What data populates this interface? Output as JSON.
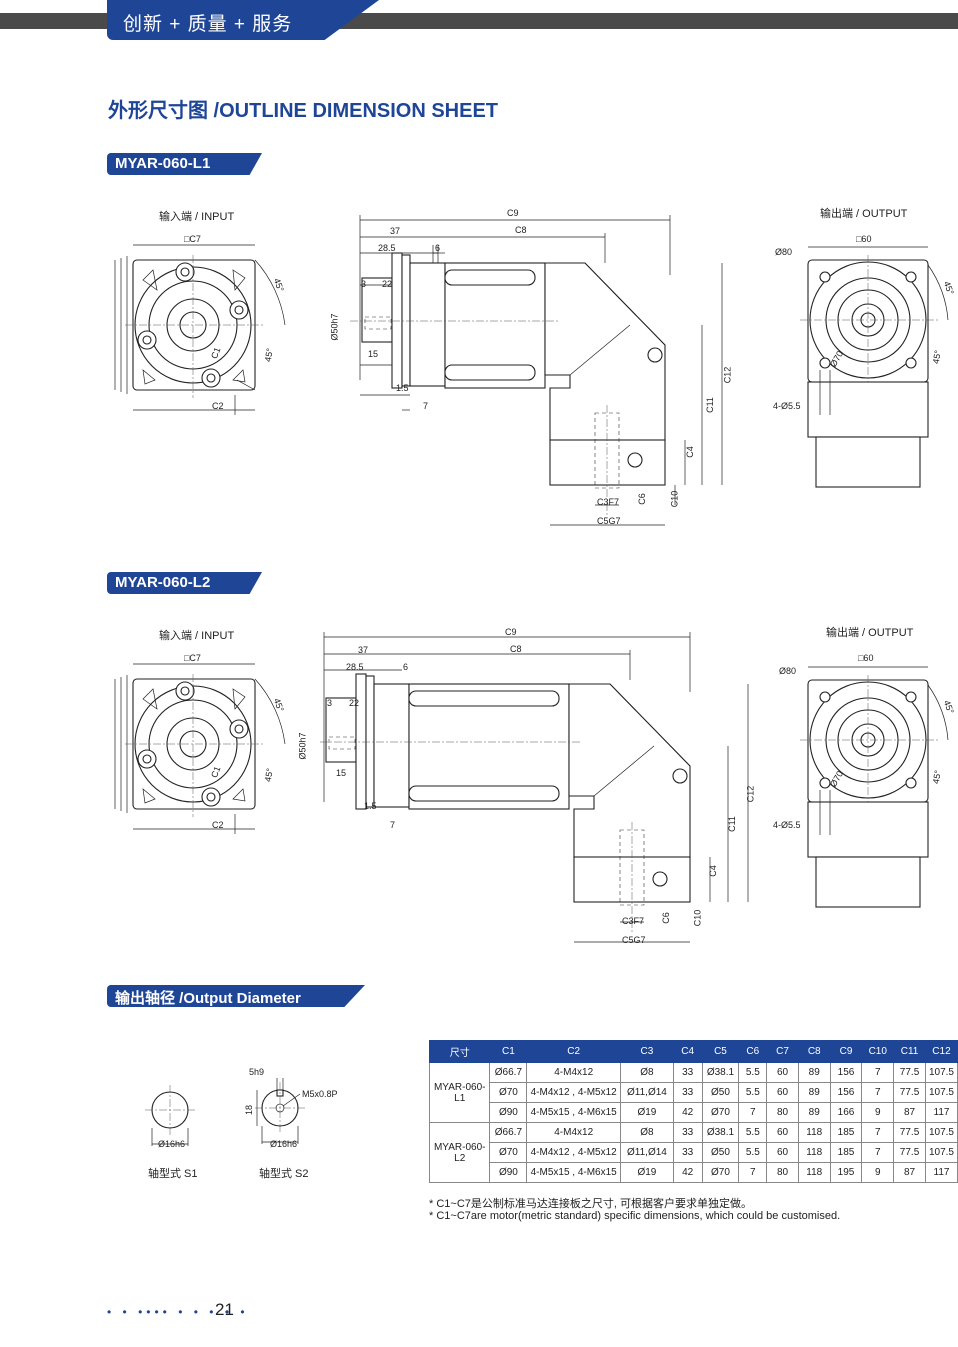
{
  "header": {
    "tag": "创新 + 质量 + 服务"
  },
  "title": "外形尺寸图 /OUTLINE DIMENSION SHEET",
  "views": [
    {
      "model": "MYAR-060-L1",
      "input_label": "输入端 / INPUT",
      "output_label": "输出端 / OUTPUT",
      "dims": {
        "c7": "□C7",
        "c2": "C2",
        "c1": "C1",
        "a45": "45°",
        "c9": "C9",
        "c8": "C8",
        "d37": "37",
        "d285": "28.5",
        "d6": "6",
        "d3": "3",
        "d22": "22",
        "phi50": "Ø50h7",
        "d15": "15",
        "d15b": "1.5",
        "d7": "7",
        "c3": "C3F7",
        "c5": "C5G7",
        "c6": "C6",
        "c10": "C10",
        "c4": "C4",
        "c11": "C11",
        "c12": "C12",
        "phi80": "Ø80",
        "sq60": "□60",
        "phi70": "Ø70",
        "holes": "4-Ø5.5"
      }
    },
    {
      "model": "MYAR-060-L2",
      "input_label": "输入端 / INPUT",
      "output_label": "输出端 / OUTPUT",
      "dims": {
        "c7": "□C7",
        "c2": "C2",
        "c1": "C1",
        "a45": "45°",
        "c9": "C9",
        "c8": "C8",
        "d37": "37",
        "d285": "28.5",
        "d6": "6",
        "d3": "3",
        "d22": "22",
        "phi50": "Ø50h7",
        "d15": "15",
        "d15b": "1.5",
        "d7": "7",
        "c3": "C3F7",
        "c5": "C5G7",
        "c6": "C6",
        "c10": "C10",
        "c4": "C4",
        "c11": "C11",
        "c12": "C12",
        "phi80": "Ø80",
        "sq60": "□60",
        "phi70": "Ø70",
        "holes": "4-Ø5.5"
      }
    }
  ],
  "output_diameter": {
    "tag": "输出轴径 /Output Diameter",
    "s1": {
      "label": "轴型式  S1",
      "dia": "Ø16h6"
    },
    "s2": {
      "label": "轴型式  S2",
      "dia": "Ø16h6",
      "key": "5h9",
      "depth": "18",
      "thread": "M5x0.8P"
    }
  },
  "table": {
    "headers": [
      "尺寸",
      "C1",
      "C2",
      "C3",
      "C4",
      "C5",
      "C6",
      "C7",
      "C8",
      "C9",
      "C10",
      "C11",
      "C12"
    ],
    "groups": [
      {
        "model": "MYAR-060-L1",
        "rows": [
          [
            "Ø66.7",
            "4-M4x12",
            "Ø8",
            "33",
            "Ø38.1",
            "5.5",
            "60",
            "89",
            "156",
            "7",
            "77.5",
            "107.5"
          ],
          [
            "Ø70",
            "4-M4x12 , 4-M5x12",
            "Ø11,Ø14",
            "33",
            "Ø50",
            "5.5",
            "60",
            "89",
            "156",
            "7",
            "77.5",
            "107.5"
          ],
          [
            "Ø90",
            "4-M5x15 , 4-M6x15",
            "Ø19",
            "42",
            "Ø70",
            "7",
            "80",
            "89",
            "166",
            "9",
            "87",
            "117"
          ]
        ]
      },
      {
        "model": "MYAR-060-L2",
        "rows": [
          [
            "Ø66.7",
            "4-M4x12",
            "Ø8",
            "33",
            "Ø38.1",
            "5.5",
            "60",
            "118",
            "185",
            "7",
            "77.5",
            "107.5"
          ],
          [
            "Ø70",
            "4-M4x12 , 4-M5x12",
            "Ø11,Ø14",
            "33",
            "Ø50",
            "5.5",
            "60",
            "118",
            "185",
            "7",
            "77.5",
            "107.5"
          ],
          [
            "Ø90",
            "4-M5x15 , 4-M6x15",
            "Ø19",
            "42",
            "Ø70",
            "7",
            "80",
            "118",
            "195",
            "9",
            "87",
            "117"
          ]
        ]
      }
    ]
  },
  "notes": {
    "cn": "* C1~C7是公制标准马达连接板之尺寸, 可根据客户要求单独定做。",
    "en": "* C1~C7are motor(metric standard)  specific dimensions, which could be customised."
  },
  "footer": {
    "dots": "• • •••• • • • • •",
    "page": "21"
  }
}
